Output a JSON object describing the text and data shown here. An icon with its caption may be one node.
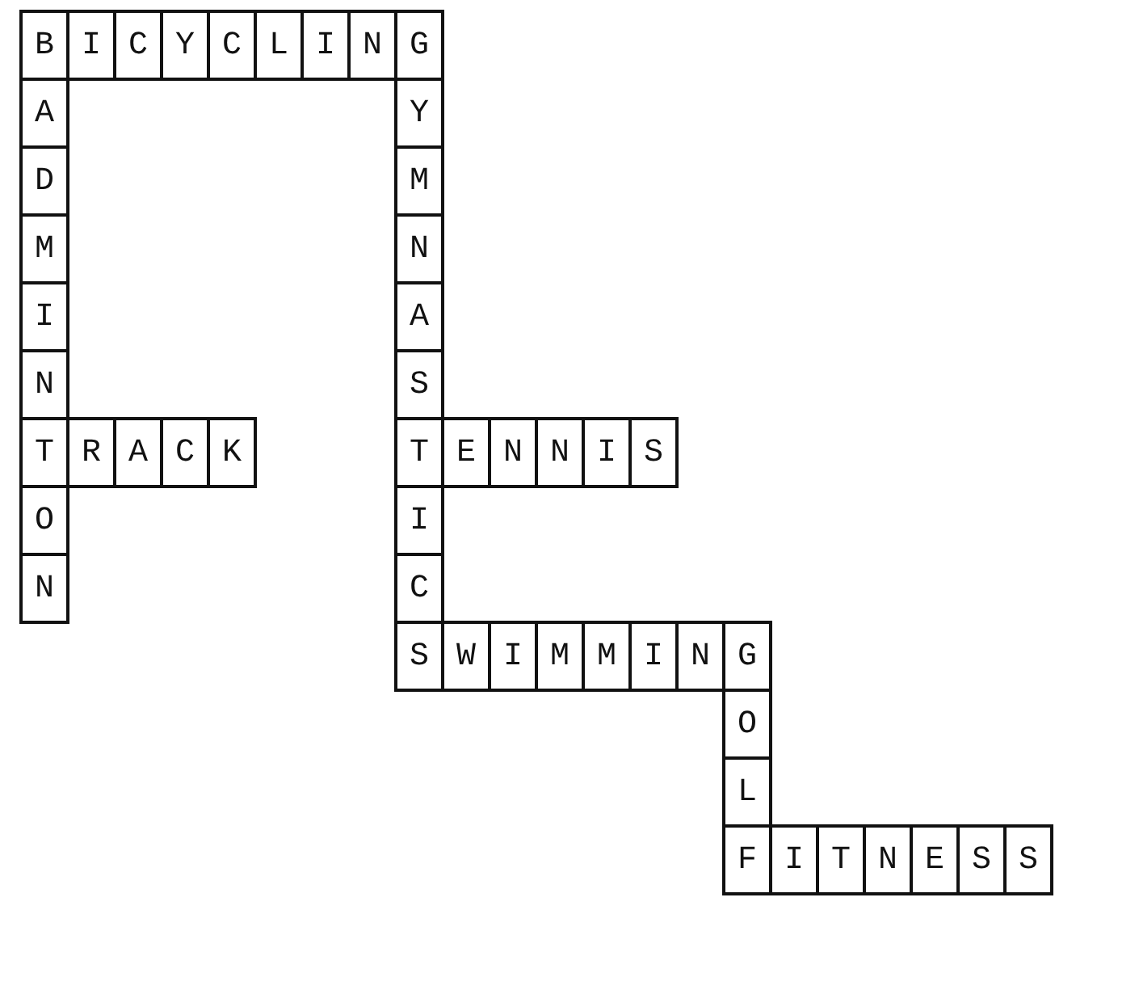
{
  "diagram": {
    "labels": [
      "B",
      "I",
      "C",
      "Y",
      "C",
      "L",
      "I",
      "N",
      "G",
      "A",
      "Y",
      "D",
      "M",
      "M",
      "N",
      "I",
      "A",
      "N",
      "S",
      "T",
      "R",
      "A",
      "C",
      "K",
      "T",
      "E",
      "N",
      "N",
      "I",
      "S",
      "O",
      "I",
      "N",
      "C",
      "S",
      "W",
      "I",
      "M",
      "M",
      "I",
      "N",
      "G",
      "O",
      "L",
      "F",
      "I",
      "T",
      "N",
      "E",
      "S",
      "S"
    ]
  }
}
